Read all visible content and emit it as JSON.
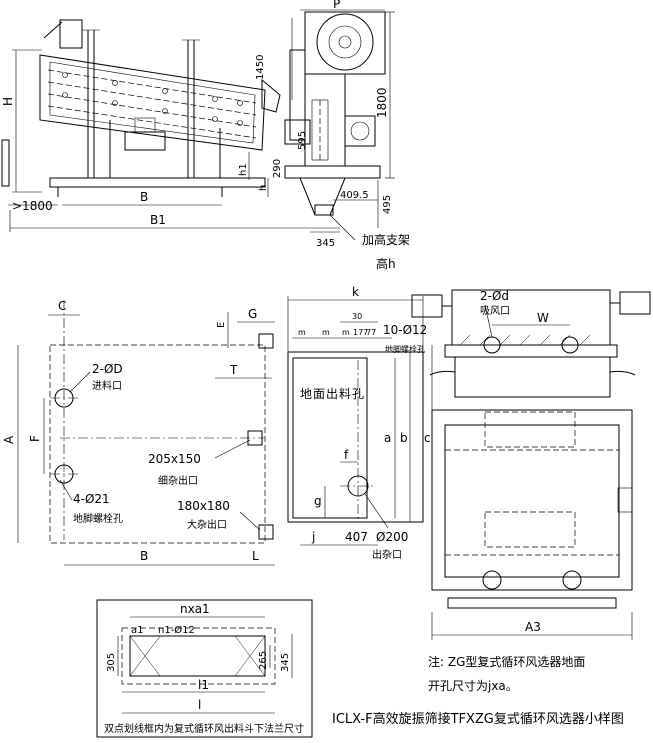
{
  "views": {
    "side_view": {
      "dims": {
        "H": "H",
        "B": "B",
        "B1": "B1",
        "over1800": ">1800",
        "h1": "h1",
        "h": "h"
      }
    },
    "end_view": {
      "dims": {
        "P": "P",
        "d1450": "1450",
        "d1800": "1800",
        "d595": "595",
        "d290": "290",
        "d409_5": "409.5",
        "d495": "495",
        "d345": "345"
      },
      "labels": {
        "support": "加高支架",
        "height_h": "高h"
      }
    },
    "plan_view": {
      "dims": {
        "C": "C",
        "E": "E",
        "G": "G",
        "T": "T",
        "A": "A",
        "F": "F",
        "B": "B",
        "L": "L",
        "k": "k",
        "d30": "30",
        "m1": "m",
        "m2": "m",
        "m3": "m",
        "d177": "177",
        "d77": "77",
        "a": "a",
        "b": "b",
        "c": "c",
        "f": "f",
        "g": "g",
        "j": "j",
        "d407": "407"
      },
      "labels": {
        "inlet_spec": "2-ØD",
        "inlet": "进料口",
        "bolt_spec": "4-Ø21",
        "bolt": "地脚螺栓孔",
        "fine_size": "205x150",
        "fine": "细杂出口",
        "coarse_size": "180x180",
        "coarse": "大杂出口",
        "bolt2_spec": "10-Ø12",
        "bolt2": "地脚螺栓孔",
        "floor_outlet": "地面出料孔",
        "outlet_spec": "Ø200",
        "outlet": "出杂口"
      }
    },
    "top_view": {
      "dims": {
        "W": "W",
        "A3": "A3"
      },
      "labels": {
        "suction_spec": "2-Ød",
        "suction": "吸风口"
      }
    },
    "detail_view": {
      "dims": {
        "nxa1": "nxa1",
        "a1": "a1",
        "n1": "n1-Ø12",
        "d305": "305",
        "d265": "265",
        "d345": "345",
        "l1": "l1",
        "l": "l"
      },
      "caption": "双点划线框内为复式循环风出料斗下法兰尺寸"
    }
  },
  "note": {
    "line1": "注: ZG型复式循环风选器地面",
    "line2": "开孔尺寸为jxa。"
  },
  "title": "ICLX-F高效旋振筛接TFXZG复式循环风选器小样图"
}
